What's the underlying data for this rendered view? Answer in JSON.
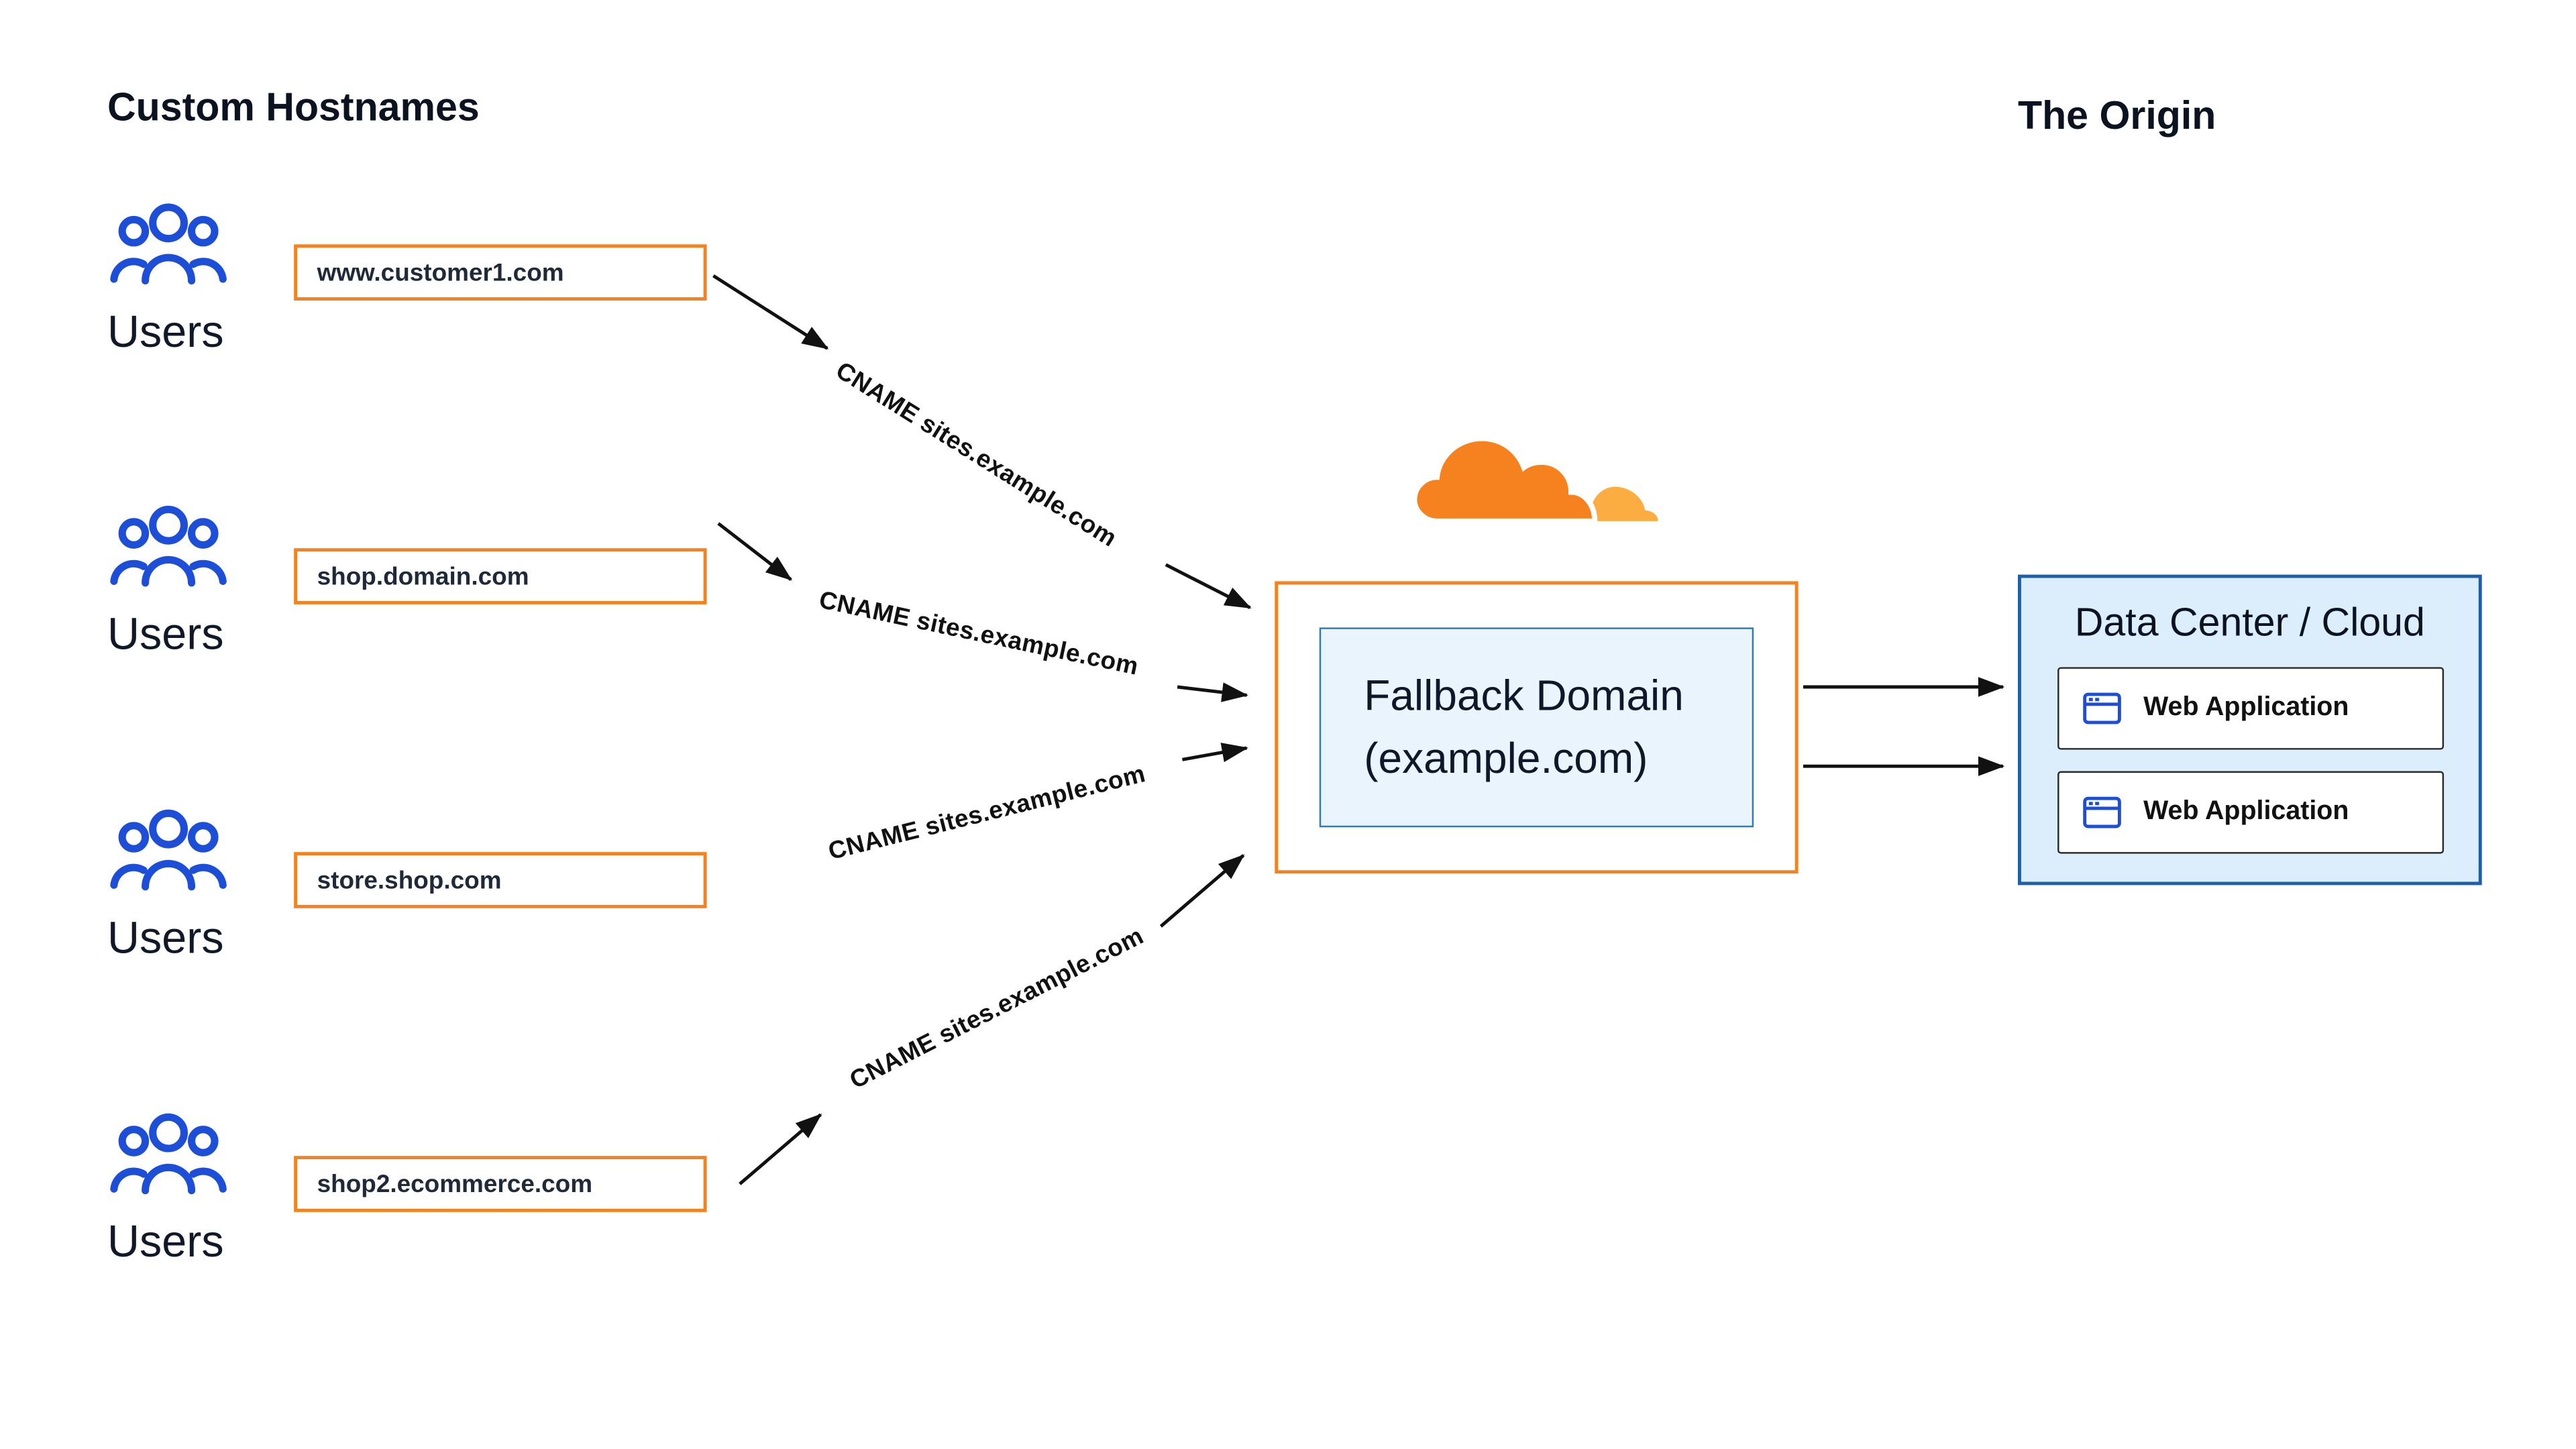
{
  "header": {
    "custom_hostnames_title": "Custom Hostnames",
    "origin_title": "The Origin"
  },
  "rows": [
    {
      "hostname": "www.customer1.com",
      "users_label": "Users",
      "cname_label": "CNAME sites.example.com"
    },
    {
      "hostname": "shop.domain.com",
      "users_label": "Users",
      "cname_label": "CNAME sites.example.com"
    },
    {
      "hostname": "store.shop.com",
      "users_label": "Users",
      "cname_label": "CNAME sites.example.com"
    },
    {
      "hostname": "shop2.ecommerce.com",
      "users_label": "Users",
      "cname_label": "CNAME sites.example.com"
    }
  ],
  "fallback": {
    "line1": "Fallback Domain",
    "line2": "(example.com)"
  },
  "origin_box": {
    "title": "Data Center / Cloud",
    "applications": [
      {
        "label": "Web Application"
      },
      {
        "label": "Web Application"
      }
    ]
  },
  "icons": {
    "cloudflare": "cloudflare-cloud-logo",
    "users": "users-group-icon",
    "browser": "browser-window-icon"
  },
  "colors": {
    "orange": "#f6821f",
    "gold": "#fbad41",
    "blue": "#1d4ed8",
    "fallback_fill": "#e9f4fc",
    "origin_fill": "#dceefb",
    "origin_border": "#1f5fa9",
    "arrow": "#111111"
  }
}
